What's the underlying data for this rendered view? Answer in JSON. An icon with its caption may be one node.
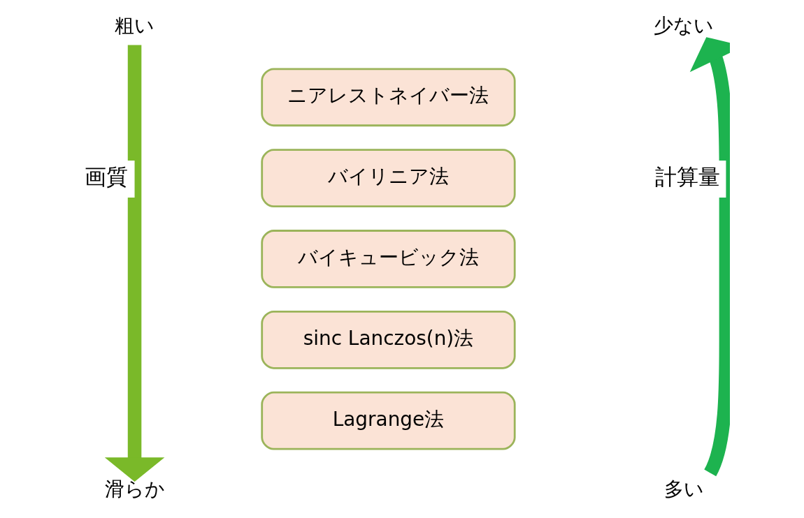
{
  "diagram": {
    "nodes": [
      {
        "text": [
          "粗い"
        ]
      },
      {
        "text": [
          "少ない"
        ]
      },
      {
        "text": [
          "ニアレストネイバー法"
        ]
      },
      {
        "text": [
          "バイリニア法"
        ]
      },
      {
        "text": [
          "バイキュービック法"
        ]
      },
      {
        "text": [
          "sinc Lanczos(n)法"
        ]
      },
      {
        "text": [
          "Lagrange法"
        ]
      },
      {
        "text": [
          "滑らか"
        ]
      },
      {
        "text": [
          "多い"
        ]
      }
    ],
    "edges": [
      {
        "from": 0,
        "to": 7,
        "arrow": "to",
        "label": "画質",
        "color": "#7ab929"
      },
      {
        "from": 8,
        "to": 1,
        "arrow": "to",
        "label": "計算量",
        "color": "#1db34f"
      }
    ]
  }
}
